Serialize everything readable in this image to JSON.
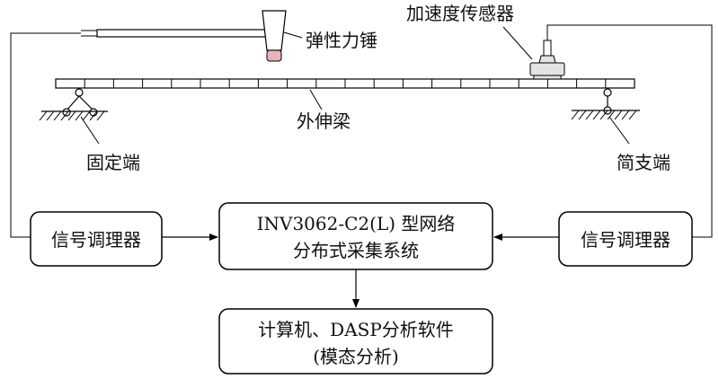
{
  "labels": {
    "hammer": "弹性力锤",
    "accelerometer": "加速度传感器",
    "beam": "外伸梁",
    "fixed_end": "固定端",
    "simple_support_end": "简支端"
  },
  "boxes": {
    "conditioner_left": "信号调理器",
    "daq_line1": "INV3062-C2(L) 型网络",
    "daq_line2": "分布式采集系统",
    "conditioner_right": "信号调理器",
    "computer_line1": "计算机、DASP分析软件",
    "computer_line2": "(模态分析)"
  },
  "colors": {
    "hammer_tip": "#e9b3bb",
    "sensor_body": "#e3e3e3",
    "line": "#000000"
  }
}
